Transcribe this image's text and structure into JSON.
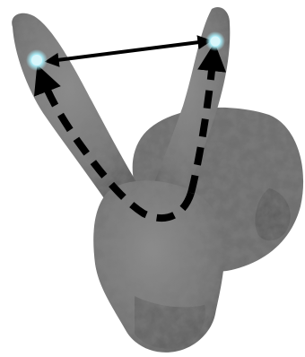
{
  "figure": {
    "subject_icon": "bunny-mesh-icon",
    "colors": {
      "background": "#ffffff",
      "mesh_fill": "#7a7a7a",
      "mesh_dark": "#4f4f4f",
      "mesh_light": "#9a9a9a",
      "arrow": "#000000",
      "marker_glow": "#9fe7f2",
      "marker_core": "#d8f6fb"
    },
    "annotations": [
      {
        "kind": "double-arrow",
        "style": "solid",
        "meaning": "euclidean-distance"
      },
      {
        "kind": "curved-arrow",
        "style": "dashed",
        "meaning": "geodesic-path"
      }
    ]
  }
}
